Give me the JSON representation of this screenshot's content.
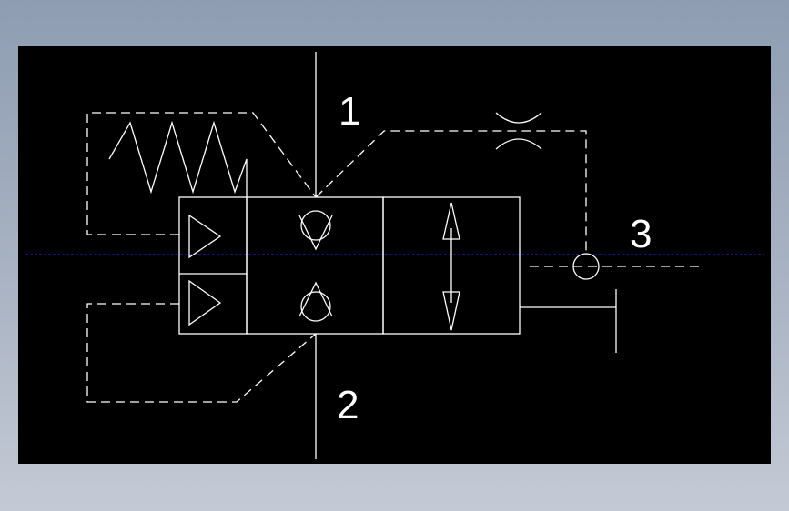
{
  "colors": {
    "background_frame": "#9aa6b8",
    "drawing_area": "#000000",
    "lines": "#ffffff",
    "center_line": "#2a2ad6"
  },
  "ports": {
    "port_1": "1",
    "port_2": "2",
    "port_3": "3"
  }
}
